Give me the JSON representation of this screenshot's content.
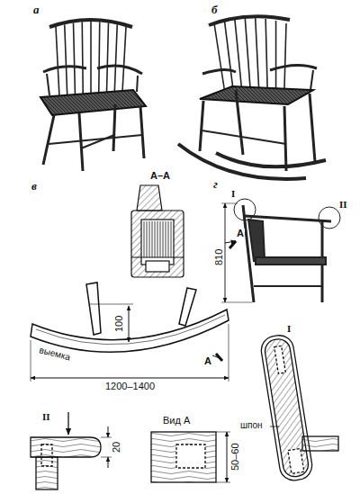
{
  "diagram": {
    "labels": [
      "а",
      "б",
      "в",
      "А–А",
      "г",
      "А",
      "I",
      "II",
      "810",
      "100",
      "А",
      "выемка",
      "1200–1400",
      "I",
      "шпон",
      "II",
      "20",
      "Вид А",
      "50–60"
    ]
  }
}
